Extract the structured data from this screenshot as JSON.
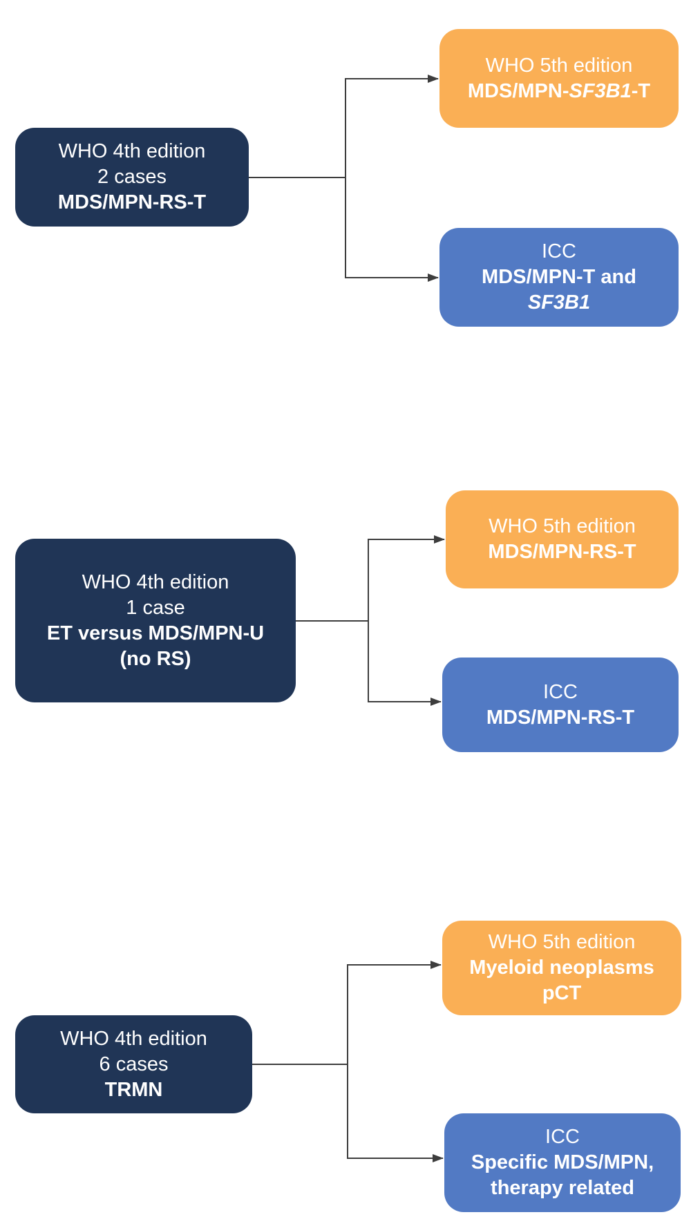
{
  "figure": {
    "description": "Reclassification flow diagram: WHO 4th edition categories mapped to WHO 5th edition and ICC categories"
  },
  "colors": {
    "who4_box": "#203556",
    "who5_box": "#FAAF55",
    "icc_box": "#527AC4",
    "connector": "#3d3d3d",
    "box_text": "#ffffff"
  },
  "groups": {
    "g1": {
      "who4": {
        "line1": "WHO 4th edition",
        "line2": "2 cases",
        "line3": "MDS/MPN-RS-T"
      },
      "who5": {
        "line1": "WHO 5th edition",
        "line2_prefix": "MDS/MPN-",
        "line2_gene": "SF3B1",
        "line2_suffix": "-T"
      },
      "icc": {
        "line1": "ICC",
        "line2": "MDS/MPN-T and",
        "line3_gene": "SF3B1"
      }
    },
    "g2": {
      "who4": {
        "line1": "WHO 4th edition",
        "line2": "1 case",
        "line3": "ET versus MDS/MPN-U",
        "line4": "(no RS)"
      },
      "who5": {
        "line1": "WHO 5th edition",
        "line2": "MDS/MPN-RS-T"
      },
      "icc": {
        "line1": "ICC",
        "line2": "MDS/MPN-RS-T"
      }
    },
    "g3": {
      "who4": {
        "line1": "WHO 4th edition",
        "line2": "6 cases",
        "line3": "TRMN"
      },
      "who5": {
        "line1": "WHO 5th edition",
        "line2": "Myeloid neoplasms",
        "line3": "pCT"
      },
      "icc": {
        "line1": "ICC",
        "line2": "Specific MDS/MPN,",
        "line3": "therapy related"
      }
    }
  }
}
